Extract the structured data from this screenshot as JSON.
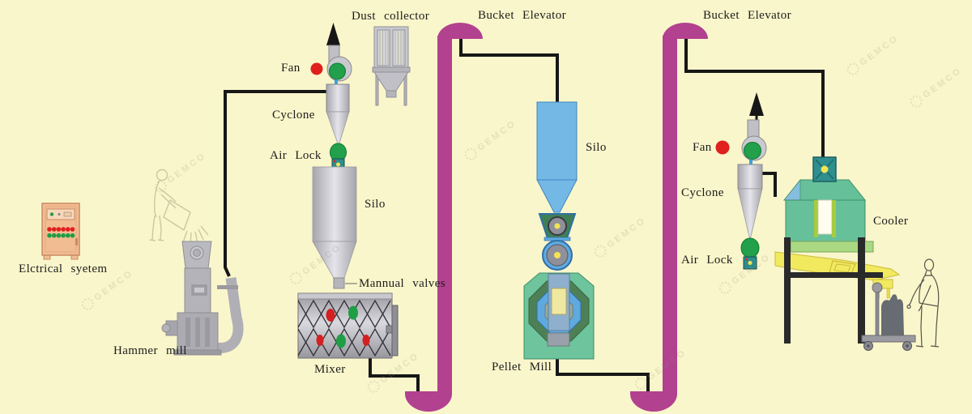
{
  "diagram_type": "feed-pellet-plant-process-flow",
  "colors": {
    "background": "#FAF6CB",
    "pipe_black": "#171717",
    "elevator_magenta": "#B2418F",
    "silo_blue": "#74B8E6",
    "machine_green": "#66C09A",
    "equipment_gray": "#BDBDC3",
    "chute_yellow": "#F1E95E",
    "indicator_red": "#E01F1F",
    "indicator_green": "#1F9E45",
    "cabinet_peach": "#F2BC92",
    "airlock_teal": "#2E8C8C"
  },
  "watermark": "GEMCO",
  "labels": {
    "electrical_system": "Elctrical syetem",
    "hammer_mill": "Hammer mill",
    "fan_left": "Fan",
    "cyclone_left": "Cyclone",
    "air_lock_left": "Air Lock",
    "dust_collector": "Dust collector",
    "silo_left": "Silo",
    "manual_valves": "Mannual valves",
    "mixer": "Mixer",
    "bucket_elevator_1": "Bucket Elevator",
    "silo_center": "Silo",
    "pellet_mill": "Pellet Mill",
    "bucket_elevator_2": "Bucket Elevator",
    "fan_right": "Fan",
    "cyclone_right": "Cyclone",
    "air_lock_right": "Air Lock",
    "cooler": "Cooler"
  }
}
